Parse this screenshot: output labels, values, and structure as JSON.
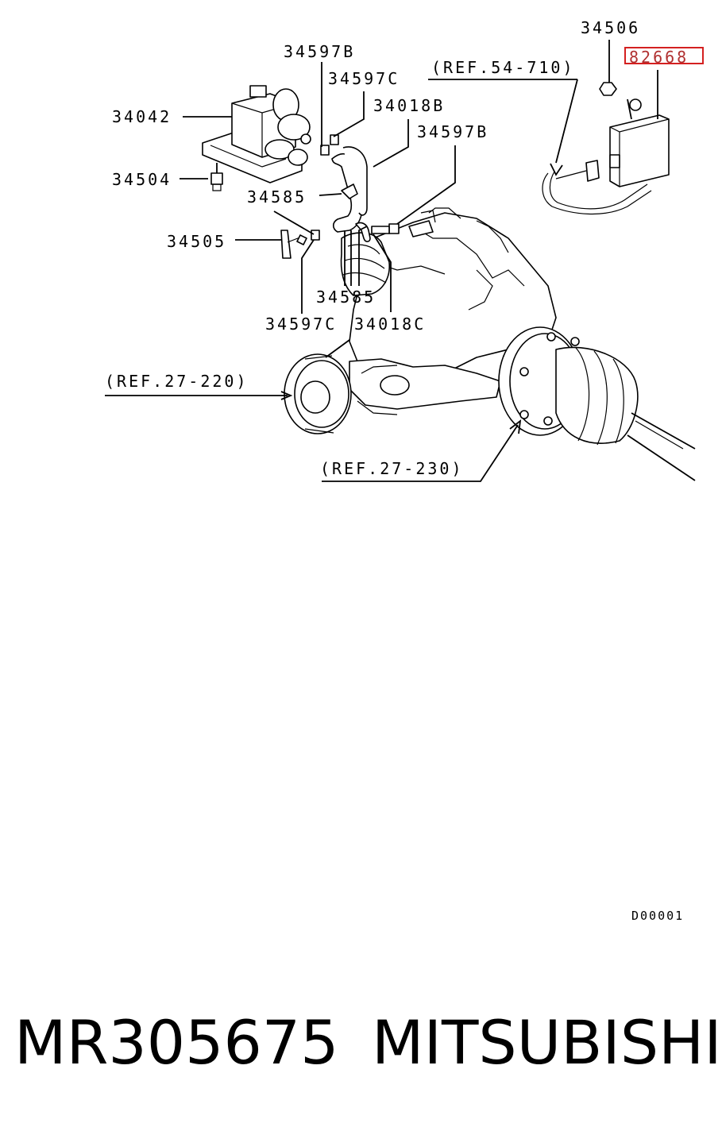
{
  "callouts": {
    "c34506": "34506",
    "c82668": "82668",
    "c34597B_top": "34597B",
    "c34597C_top": "34597C",
    "ref54710": "(REF.54-710)",
    "c34042": "34042",
    "c34018B": "34018B",
    "c34597B_mid": "34597B",
    "c34504": "34504",
    "c34585_upper": "34585",
    "c34505": "34505",
    "c34585_lower": "34585",
    "c34597C_low": "34597C",
    "c34018C": "34018C",
    "ref27220": "(REF.27-220)",
    "ref27230": "(REF.27-230)"
  },
  "highlighted_part": "82668",
  "highlight_color": "#d42020",
  "drawing_code": "D00001",
  "part_number": "MR305675",
  "brand": "MITSUBISHI"
}
